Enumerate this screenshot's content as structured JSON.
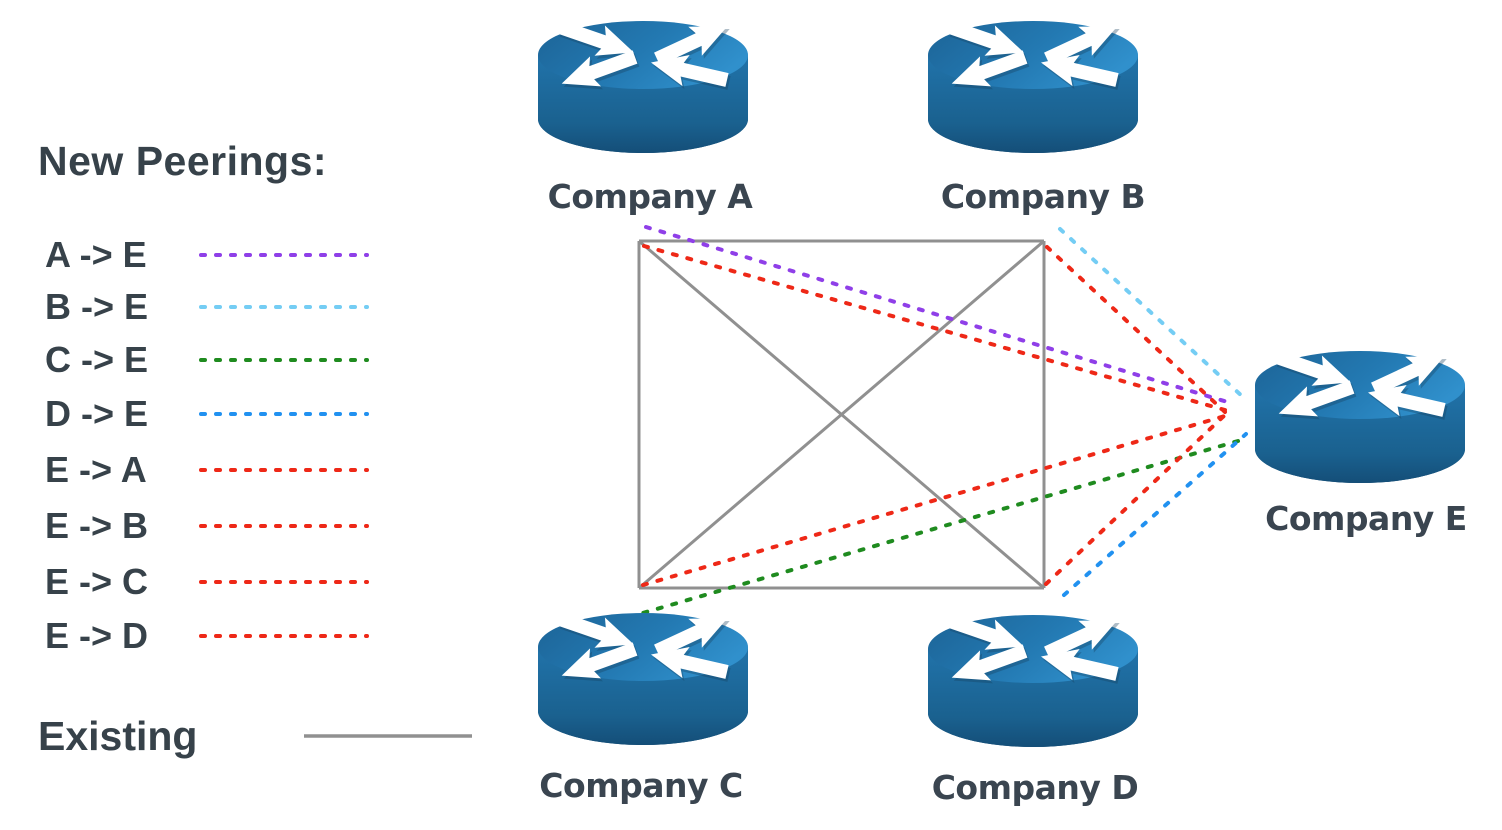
{
  "legend": {
    "title": "New Peerings:",
    "items": [
      {
        "label": "A -> E",
        "color": "#8f3fe8"
      },
      {
        "label": "B -> E",
        "color": "#74cdf4"
      },
      {
        "label": "C -> E",
        "color": "#1f8b1f"
      },
      {
        "label": "D -> E",
        "color": "#2191f0"
      },
      {
        "label": "E -> A",
        "color": "#ee2817"
      },
      {
        "label": "E -> B",
        "color": "#ee2817"
      },
      {
        "label": "E -> C",
        "color": "#ee2817"
      },
      {
        "label": "E -> D",
        "color": "#ee2817"
      }
    ],
    "existing": {
      "label": "Existing",
      "color": "#909090"
    }
  },
  "nodes": {
    "a": {
      "label": "Company A"
    },
    "b": {
      "label": "Company B"
    },
    "c": {
      "label": "Company C"
    },
    "d": {
      "label": "Company D"
    },
    "e": {
      "label": "Company E"
    }
  },
  "colors": {
    "router_top": "#2379b2",
    "router_side": "#1b628f",
    "text": "#37424a"
  }
}
